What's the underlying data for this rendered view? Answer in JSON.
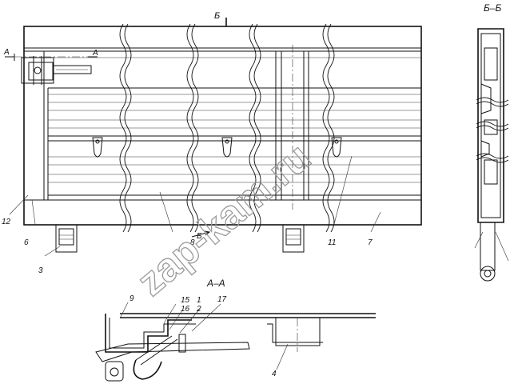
{
  "drawing": {
    "section_main_mark": "Б",
    "section_bb_title": "Б–Б",
    "section_aa_title": "А–А",
    "section_a_marks": [
      "А",
      "А"
    ],
    "section_b_arrow_mark": "Б"
  },
  "callouts": {
    "c1": "1",
    "c2": "2",
    "c3": "3",
    "c4": "4",
    "c6": "6",
    "c7": "7",
    "c8": "8",
    "c9": "9",
    "c11": "11",
    "c12": "12",
    "c15": "15",
    "c16": "16",
    "c17": "17"
  },
  "watermark": {
    "text": "zap-kam.ru"
  }
}
